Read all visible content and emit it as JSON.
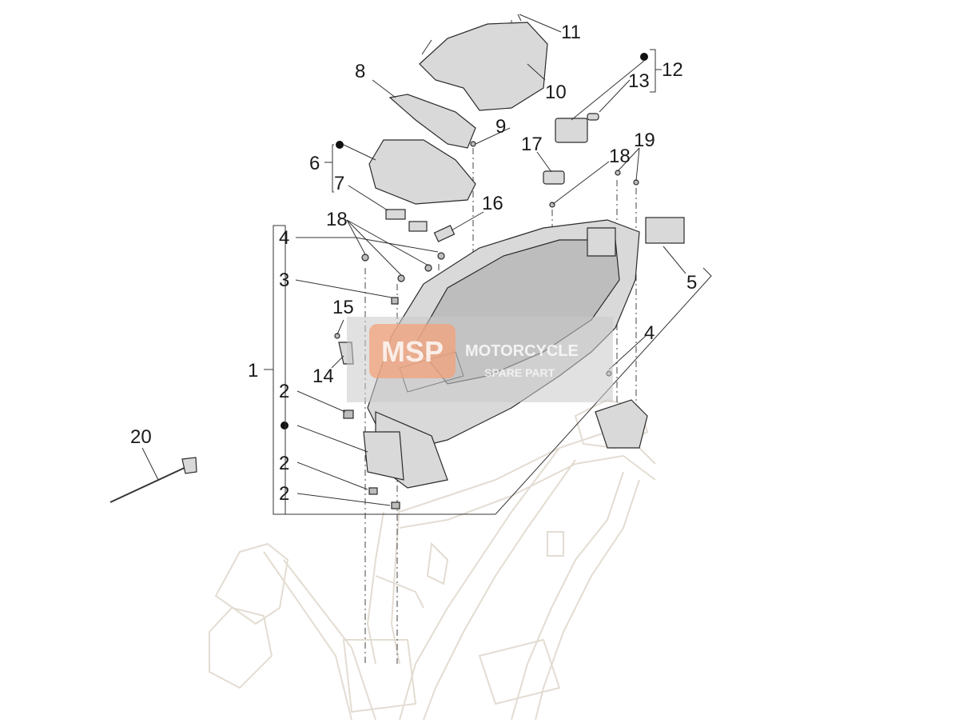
{
  "callouts": [
    "1",
    "2",
    "2",
    "2",
    "3",
    "4",
    "4",
    "5",
    "6",
    "7",
    "8",
    "9",
    "10",
    "11",
    "12",
    "13",
    "14",
    "15",
    "16",
    "17",
    "18",
    "18",
    "19",
    "20"
  ],
  "watermark": {
    "logo_text": "MSP",
    "line1": "MOTORCYCLE",
    "line2": "SPARE PART"
  },
  "colors": {
    "frame_ghost": "#e3dcd2",
    "watermark_band": "#c8c8c8",
    "watermark_logo": "#f3a27a"
  }
}
